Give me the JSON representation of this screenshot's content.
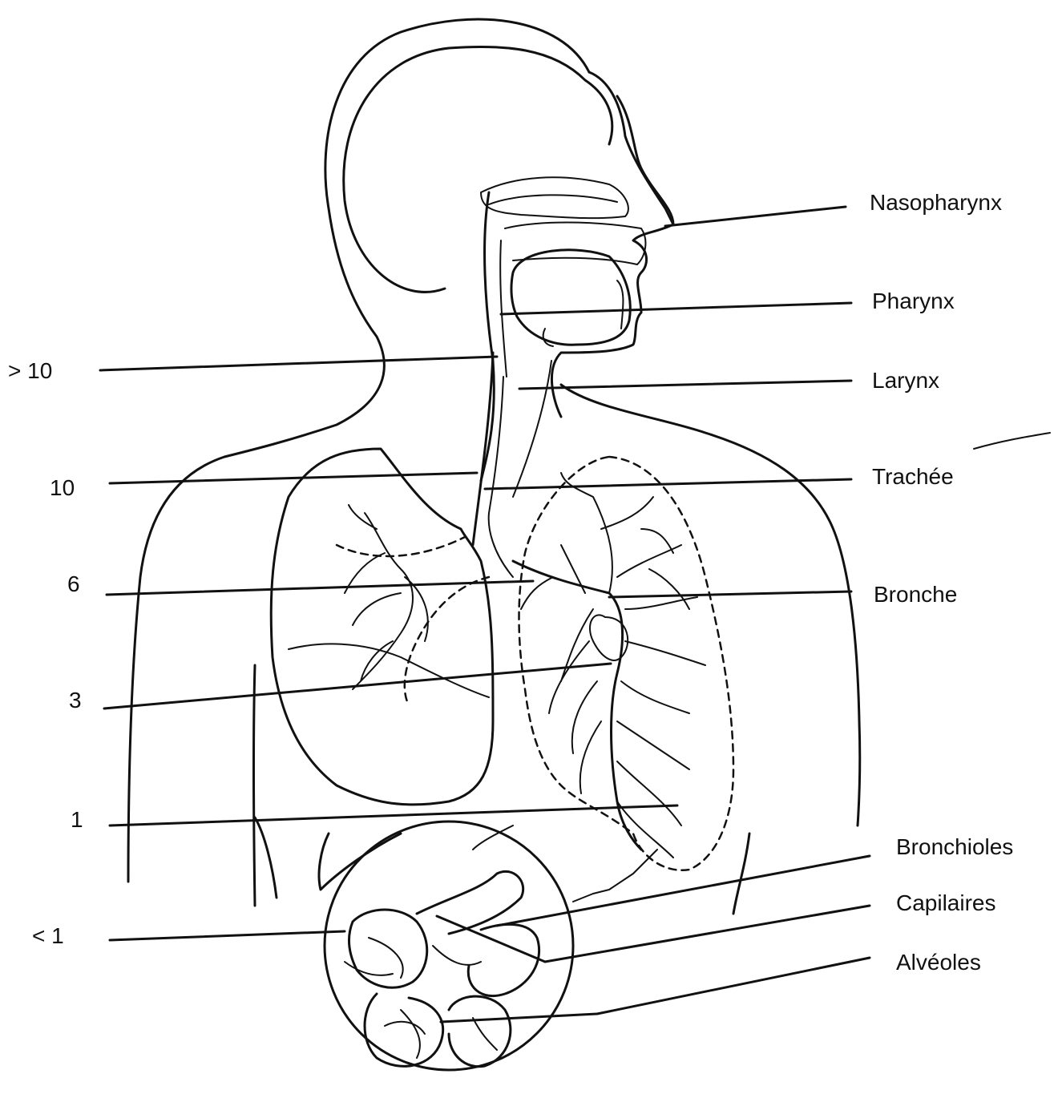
{
  "diagram": {
    "labels_right": [
      {
        "key": "nasopharynx",
        "text": "Nasopharynx"
      },
      {
        "key": "pharynx",
        "text": "Pharynx"
      },
      {
        "key": "larynx",
        "text": "Larynx"
      },
      {
        "key": "trachee",
        "text": "Trachée"
      },
      {
        "key": "bronche",
        "text": "Bronche"
      },
      {
        "key": "bronchioles",
        "text": "Bronchioles"
      },
      {
        "key": "capilaires",
        "text": "Capilaires"
      },
      {
        "key": "alveoles",
        "text": "Alvéoles"
      }
    ],
    "labels_left": [
      {
        "key": "gt10",
        "text": "> 10"
      },
      {
        "key": "v10",
        "text": "10"
      },
      {
        "key": "v6",
        "text": "6"
      },
      {
        "key": "v3",
        "text": "3"
      },
      {
        "key": "v1",
        "text": "1"
      },
      {
        "key": "lt1",
        "text": "< 1"
      }
    ]
  }
}
